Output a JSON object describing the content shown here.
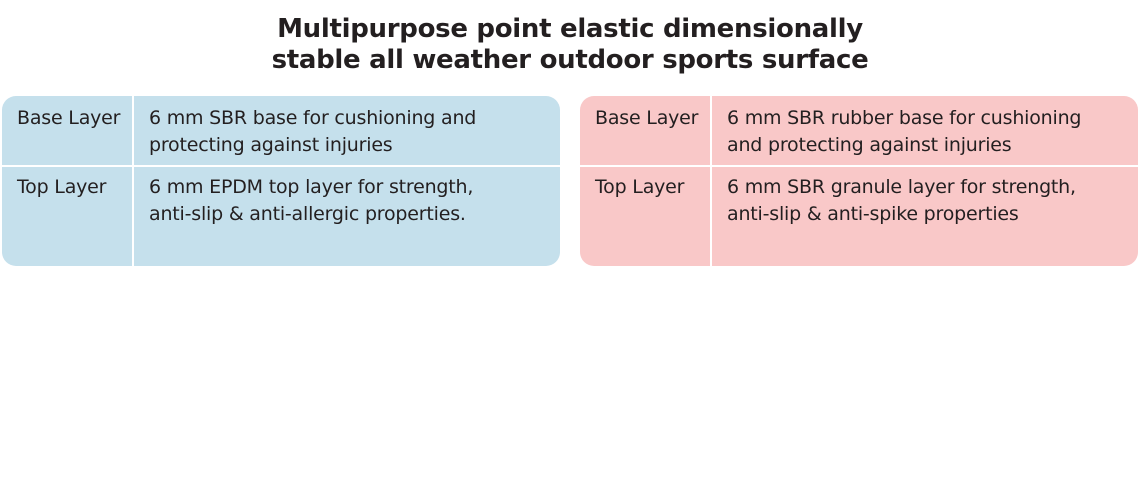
{
  "title": {
    "line1": "Multipurpose point elastic dimensionally",
    "line2": "stable all weather outdoor sports surface"
  },
  "colors": {
    "left_panel": "#c5e0ec",
    "right_panel": "#f9c8c8",
    "text": "#231f20"
  },
  "tables": [
    {
      "rows": [
        {
          "label": "Base Layer",
          "line1": "6 mm SBR base for cushioning and",
          "line2": "protecting against injuries"
        },
        {
          "label": "Top Layer",
          "line1": "6 mm EPDM top layer for strength,",
          "line2": "anti-slip & anti-allergic properties."
        }
      ]
    },
    {
      "rows": [
        {
          "label": "Base Layer",
          "line1": "6 mm SBR rubber base for cushioning",
          "line2": "and protecting against injuries"
        },
        {
          "label": "Top Layer",
          "line1": "6 mm SBR granule layer for strength,",
          "line2": "anti-slip & anti-spike properties"
        }
      ]
    }
  ]
}
